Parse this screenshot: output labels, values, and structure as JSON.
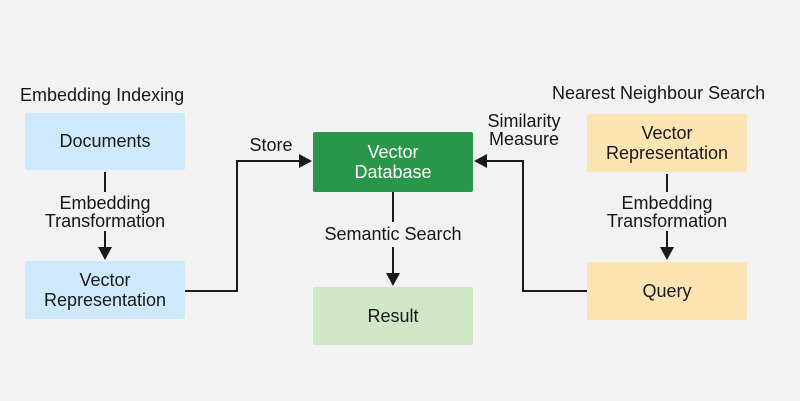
{
  "colors": {
    "background": "#f2f2f2",
    "node_light_blue": "#cde9fb",
    "node_dark_green": "#2a964b",
    "node_light_green": "#cfe7c4",
    "node_light_yellow": "#fce5b2",
    "line": "#1a1a1a",
    "text": "#161616",
    "node_text_on_green": "#ffffff"
  },
  "diagram": {
    "left": {
      "heading": "Embedding Indexing",
      "documents": "Documents",
      "transformation": "Embedding\nTransformation",
      "vector_representation": "Vector\nRepresentation"
    },
    "center": {
      "store": "Store",
      "vector_database": "Vector\nDatabase",
      "similarity_measure": "Similarity\nMeasure",
      "semantic_search": "Semantic Search",
      "result": "Result"
    },
    "right": {
      "heading": "Nearest Neighbour Search",
      "vector_representation": "Vector\nRepresentation",
      "transformation": "Embedding\nTransformation",
      "query": "Query"
    }
  }
}
